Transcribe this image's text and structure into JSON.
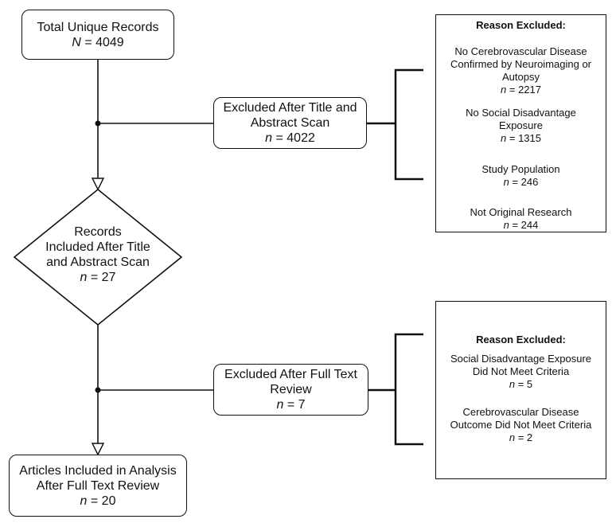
{
  "total": {
    "title": "Total Unique Records",
    "n_label": "N",
    "n_value": "= 4049"
  },
  "excluded_title_abstract": {
    "line1": "Excluded After Title and",
    "line2": "Abstract Scan",
    "n_label": "n",
    "n_value": "= 4022"
  },
  "included_title_abstract": {
    "line1": "Records",
    "line2": "Included After Title",
    "line3": "and Abstract Scan",
    "n_label": "n",
    "n_value": "= 27"
  },
  "excluded_full_text": {
    "line1": "Excluded After Full Text",
    "line2": "Review",
    "n_label": "n",
    "n_value": "= 7"
  },
  "included_analysis": {
    "line1": "Articles Included in Analysis",
    "line2": "After Full Text Review",
    "n_label": "n",
    "n_value": "= 20"
  },
  "reasons_1": {
    "title": "Reason Excluded:",
    "items": [
      {
        "lines": [
          "No Cerebrovascular Disease",
          "Confirmed by Neuroimaging or",
          "Autopsy"
        ],
        "n_label": "n",
        "n_value": "= 2217"
      },
      {
        "lines": [
          "No Social Disadvantage",
          "Exposure"
        ],
        "n_label": "n",
        "n_value": "= 1315"
      },
      {
        "lines": [
          "Study Population"
        ],
        "n_label": "n",
        "n_value": "= 246"
      },
      {
        "lines": [
          "Not Original Research"
        ],
        "n_label": "n",
        "n_value": "= 244"
      }
    ]
  },
  "reasons_2": {
    "title": "Reason Excluded:",
    "items": [
      {
        "lines": [
          "Social Disadvantage Exposure",
          "Did Not Meet Criteria"
        ],
        "n_label": "n",
        "n_value": "= 5"
      },
      {
        "lines": [
          "Cerebrovascular Disease",
          "Outcome Did Not Meet Criteria"
        ],
        "n_label": "n",
        "n_value": "= 2"
      }
    ]
  }
}
